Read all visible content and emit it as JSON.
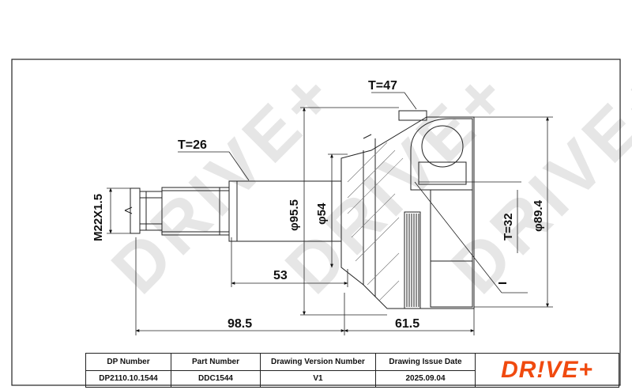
{
  "dimensions": {
    "t47": "T=47",
    "t26": "T=26",
    "m22": "M22X1.5",
    "d955": "φ95.5",
    "d54": "φ54",
    "t32": "T=32",
    "d894": "φ89.4",
    "l53": "53",
    "l985": "98.5",
    "l615": "61.5",
    "roman": "I"
  },
  "watermark": "DRIVE+",
  "title_block": {
    "dp_number_label": "DP Number",
    "dp_number": "DP2110.10.1544",
    "part_number_label": "Part Number",
    "part_number": "DDC1544",
    "drawing_version_label": "Drawing Version Number",
    "drawing_version": "V1",
    "issue_date_label": "Drawing Issue Date",
    "issue_date": "2025.09.04",
    "logo": "DR!VE+"
  },
  "colors": {
    "logo": "#f04a0f",
    "line": "#222222",
    "watermark": "#e6e6e6"
  }
}
